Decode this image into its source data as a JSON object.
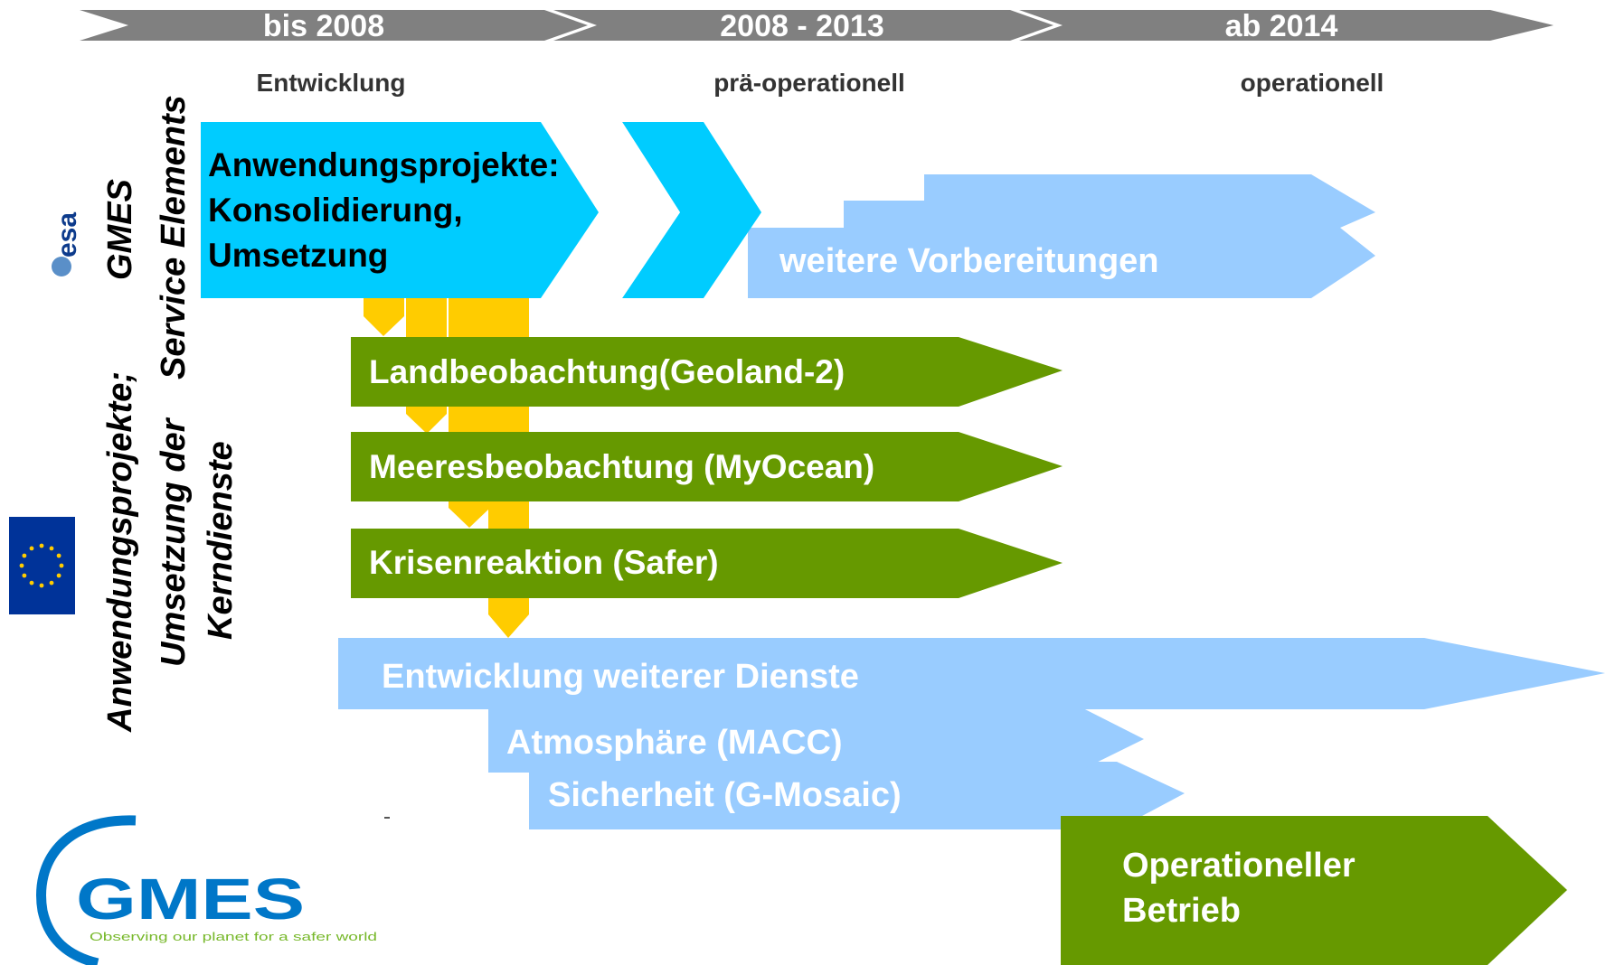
{
  "timeline": {
    "phases": [
      {
        "period": "bis 2008",
        "stage": "Entwicklung"
      },
      {
        "period": "2008 - 2013",
        "stage": "prä-operationell"
      },
      {
        "period": "ab 2014",
        "stage": "operationell"
      }
    ]
  },
  "side_labels": {
    "esa_program": "GMES",
    "esa_project_line": "Service Elements",
    "eu_line_1": "Anwendungsprojekte;",
    "eu_line_2": "Umsetzung der",
    "eu_line_3": "Kerndienste"
  },
  "logos": {
    "esa_text": "esa",
    "gmes_text": "GMES",
    "gmes_tagline": "Observing our planet for a safer world"
  },
  "blocks": {
    "esa_projects": {
      "line_1": "Anwendungsprojekte:",
      "line_2": "Konsolidierung,",
      "line_3": "Umsetzung"
    },
    "further_preparations": "weitere Vorbereitungen",
    "land": "Landbeobachtung(Geoland-2)",
    "ocean": "Meeresbeobachtung (MyOcean)",
    "crisis": "Krisenreaktion (Safer)",
    "further_services": "Entwicklung weiterer Dienste",
    "atmosphere": "Atmosphäre (MACC)",
    "security": "Sicherheit (G-Mosaic)",
    "operational_line_1": "Operationeller",
    "operational_line_2": "Betrieb"
  },
  "colors": {
    "timeline_gray": "#808080",
    "esa_cyan": "#00CCFF",
    "light_blue": "#99CCFF",
    "green": "#669900",
    "yellow": "#FFCC00",
    "eu_blue": "#003399",
    "eu_star": "#FFCC00",
    "gmes_blue": "#0077C8",
    "gmes_green": "#77B82A"
  }
}
